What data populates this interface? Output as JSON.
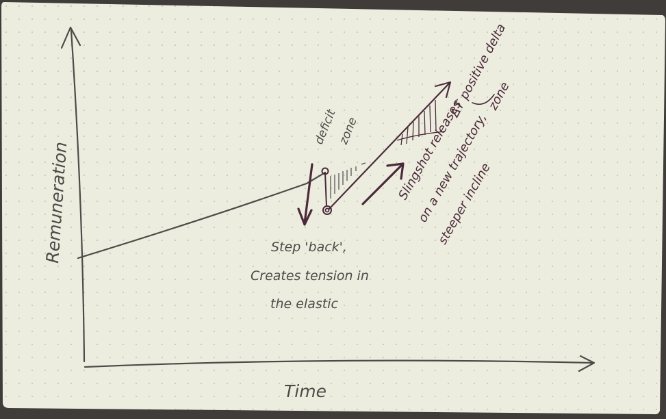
{
  "axes": {
    "y_label": "Remuneration",
    "x_label": "Time"
  },
  "annotations": {
    "deficit": [
      "deficit",
      "zone"
    ],
    "step_back": [
      "Step 'back',",
      "Creates tension in",
      "the elastic"
    ],
    "slingshot": [
      "Slingshot releases",
      "on a new trajectory,",
      "steeper incline"
    ],
    "delta": [
      "ΔT positive delta",
      "zone"
    ]
  },
  "colors": {
    "paper": "#ededdf",
    "pencil": "#4d4a48",
    "ink": "#4a2a3a",
    "dots": "#b9b8aa"
  }
}
